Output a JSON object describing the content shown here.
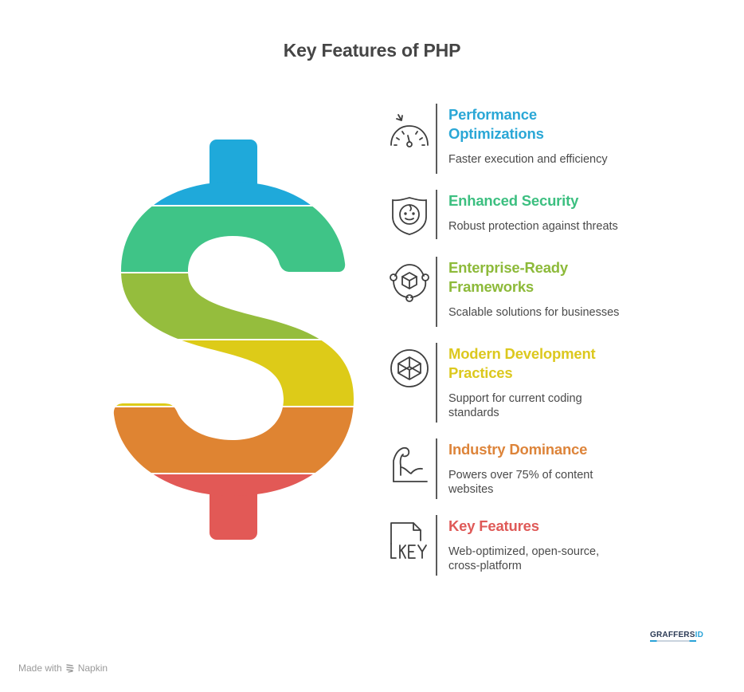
{
  "title": "Key Features of PHP",
  "dollar_colors": {
    "blue": "#1FA9DA",
    "green": "#3FC487",
    "lime": "#95BD3D",
    "yellow": "#DDCB18",
    "orange": "#DF8432",
    "red": "#E25956"
  },
  "items": [
    {
      "heading": "Performance\nOptimizations",
      "heading_lines": [
        "Performance",
        "Optimizations"
      ],
      "description": "Faster execution and efficiency",
      "color": "#2AA7D6",
      "icon": "speedometer-icon"
    },
    {
      "heading": "Enhanced Security",
      "heading_lines": [
        "Enhanced Security"
      ],
      "description": "Robust protection against threats",
      "color": "#3CBF80",
      "icon": "shield-face-icon"
    },
    {
      "heading": "Enterprise-Ready\nFrameworks",
      "heading_lines": [
        "Enterprise-Ready",
        "Frameworks"
      ],
      "description": "Scalable solutions for businesses",
      "color": "#8DBA3A",
      "icon": "cube-network-icon"
    },
    {
      "heading": "Modern Development\nPractices",
      "heading_lines": [
        "Modern Development",
        "Practices"
      ],
      "description_lines": [
        "Support for current coding",
        "standards"
      ],
      "description": "Support for current coding standards",
      "color": "#DCC81E",
      "icon": "codepen-cube-icon"
    },
    {
      "heading": "Industry Dominance",
      "heading_lines": [
        "Industry Dominance"
      ],
      "description_lines": [
        "Powers over 75% of content",
        "websites"
      ],
      "description": "Powers over 75% of content websites",
      "color": "#DD843A",
      "icon": "flexed-arm-icon"
    },
    {
      "heading": "Key Features",
      "heading_lines": [
        "Key Features"
      ],
      "description_lines": [
        "Web-optimized, open-source,",
        "cross-platform"
      ],
      "description": "Web-optimized, open-source, cross-platform",
      "color": "#DF5A58",
      "icon": "key-document-icon"
    }
  ],
  "footer": {
    "made_with": "Made with",
    "napkin": "Napkin",
    "brand_main": "GRAFFERS",
    "brand_suffix": "ID"
  }
}
